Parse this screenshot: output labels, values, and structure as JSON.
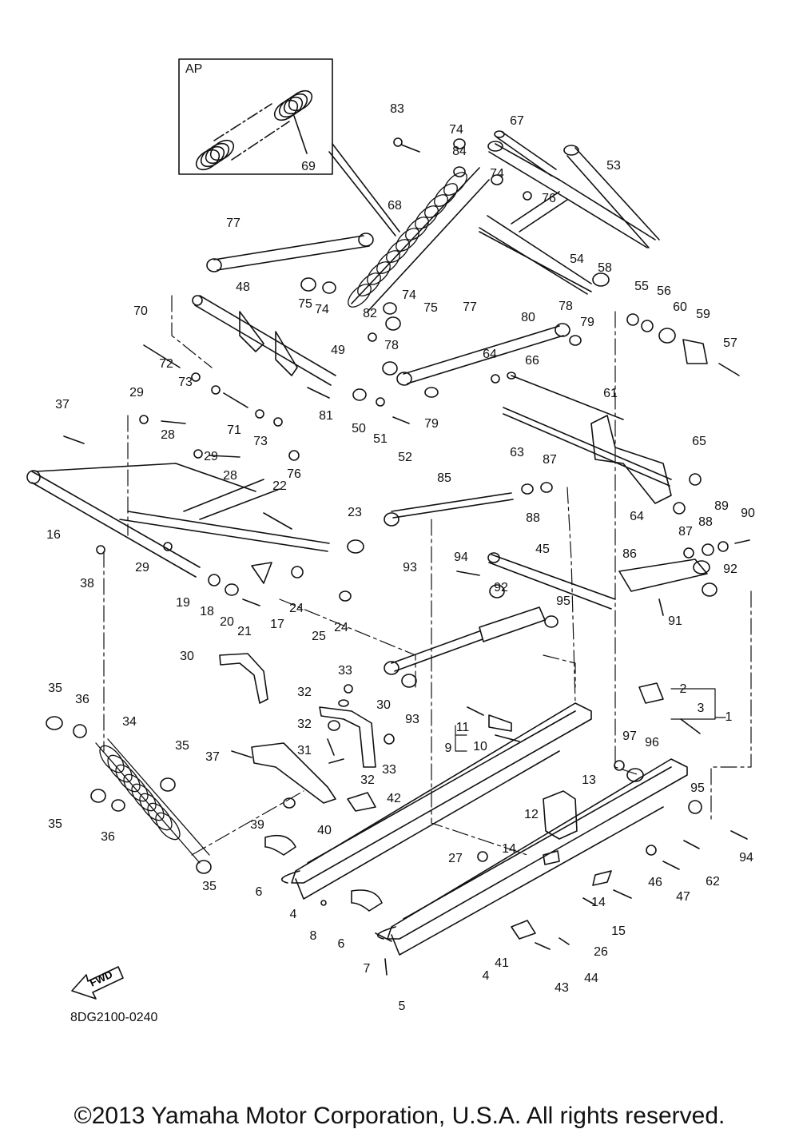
{
  "document": {
    "type": "exploded parts diagram",
    "inset_title": "AP",
    "fwd_label": "FWD",
    "drawing_code": "8DG2100-0240",
    "copyright": "©2013 Yamaha Motor Corporation, U.S.A. All rights reserved."
  },
  "callouts": [
    {
      "n": "83"
    },
    {
      "n": "74"
    },
    {
      "n": "84"
    },
    {
      "n": "67"
    },
    {
      "n": "74"
    },
    {
      "n": "76"
    },
    {
      "n": "53"
    },
    {
      "n": "69"
    },
    {
      "n": "68"
    },
    {
      "n": "77"
    },
    {
      "n": "54"
    },
    {
      "n": "58"
    },
    {
      "n": "48"
    },
    {
      "n": "75"
    },
    {
      "n": "74"
    },
    {
      "n": "74"
    },
    {
      "n": "75"
    },
    {
      "n": "80"
    },
    {
      "n": "78"
    },
    {
      "n": "55"
    },
    {
      "n": "56"
    },
    {
      "n": "60"
    },
    {
      "n": "59"
    },
    {
      "n": "57"
    },
    {
      "n": "70"
    },
    {
      "n": "82"
    },
    {
      "n": "78"
    },
    {
      "n": "77"
    },
    {
      "n": "79"
    },
    {
      "n": "49"
    },
    {
      "n": "72"
    },
    {
      "n": "73"
    },
    {
      "n": "71"
    },
    {
      "n": "73"
    },
    {
      "n": "81"
    },
    {
      "n": "50"
    },
    {
      "n": "51"
    },
    {
      "n": "52"
    },
    {
      "n": "79"
    },
    {
      "n": "64"
    },
    {
      "n": "66"
    },
    {
      "n": "61"
    },
    {
      "n": "63"
    },
    {
      "n": "65"
    },
    {
      "n": "37"
    },
    {
      "n": "29"
    },
    {
      "n": "28"
    },
    {
      "n": "76"
    },
    {
      "n": "29"
    },
    {
      "n": "28"
    },
    {
      "n": "85"
    },
    {
      "n": "87"
    },
    {
      "n": "88"
    },
    {
      "n": "64"
    },
    {
      "n": "89"
    },
    {
      "n": "90"
    },
    {
      "n": "16"
    },
    {
      "n": "22"
    },
    {
      "n": "23"
    },
    {
      "n": "87"
    },
    {
      "n": "88"
    },
    {
      "n": "38"
    },
    {
      "n": "29"
    },
    {
      "n": "93"
    },
    {
      "n": "94"
    },
    {
      "n": "45"
    },
    {
      "n": "86"
    },
    {
      "n": "92"
    },
    {
      "n": "19"
    },
    {
      "n": "18"
    },
    {
      "n": "20"
    },
    {
      "n": "21"
    },
    {
      "n": "17"
    },
    {
      "n": "24"
    },
    {
      "n": "25"
    },
    {
      "n": "24"
    },
    {
      "n": "92"
    },
    {
      "n": "91"
    },
    {
      "n": "30"
    },
    {
      "n": "95"
    },
    {
      "n": "33"
    },
    {
      "n": "32"
    },
    {
      "n": "30"
    },
    {
      "n": "93"
    },
    {
      "n": "2"
    },
    {
      "n": "35"
    },
    {
      "n": "36"
    },
    {
      "n": "34"
    },
    {
      "n": "32"
    },
    {
      "n": "11"
    },
    {
      "n": "3"
    },
    {
      "n": "1"
    },
    {
      "n": "9"
    },
    {
      "n": "10"
    },
    {
      "n": "31"
    },
    {
      "n": "33"
    },
    {
      "n": "35"
    },
    {
      "n": "37"
    },
    {
      "n": "32"
    },
    {
      "n": "97"
    },
    {
      "n": "96"
    },
    {
      "n": "13"
    },
    {
      "n": "42"
    },
    {
      "n": "12"
    },
    {
      "n": "35"
    },
    {
      "n": "36"
    },
    {
      "n": "39"
    },
    {
      "n": "40"
    },
    {
      "n": "95"
    },
    {
      "n": "14"
    },
    {
      "n": "94"
    },
    {
      "n": "35"
    },
    {
      "n": "27"
    },
    {
      "n": "46"
    },
    {
      "n": "62"
    },
    {
      "n": "6"
    },
    {
      "n": "47"
    },
    {
      "n": "4"
    },
    {
      "n": "14"
    },
    {
      "n": "8"
    },
    {
      "n": "6"
    },
    {
      "n": "15"
    },
    {
      "n": "26"
    },
    {
      "n": "7"
    },
    {
      "n": "41"
    },
    {
      "n": "44"
    },
    {
      "n": "4"
    },
    {
      "n": "43"
    },
    {
      "n": "5"
    }
  ]
}
